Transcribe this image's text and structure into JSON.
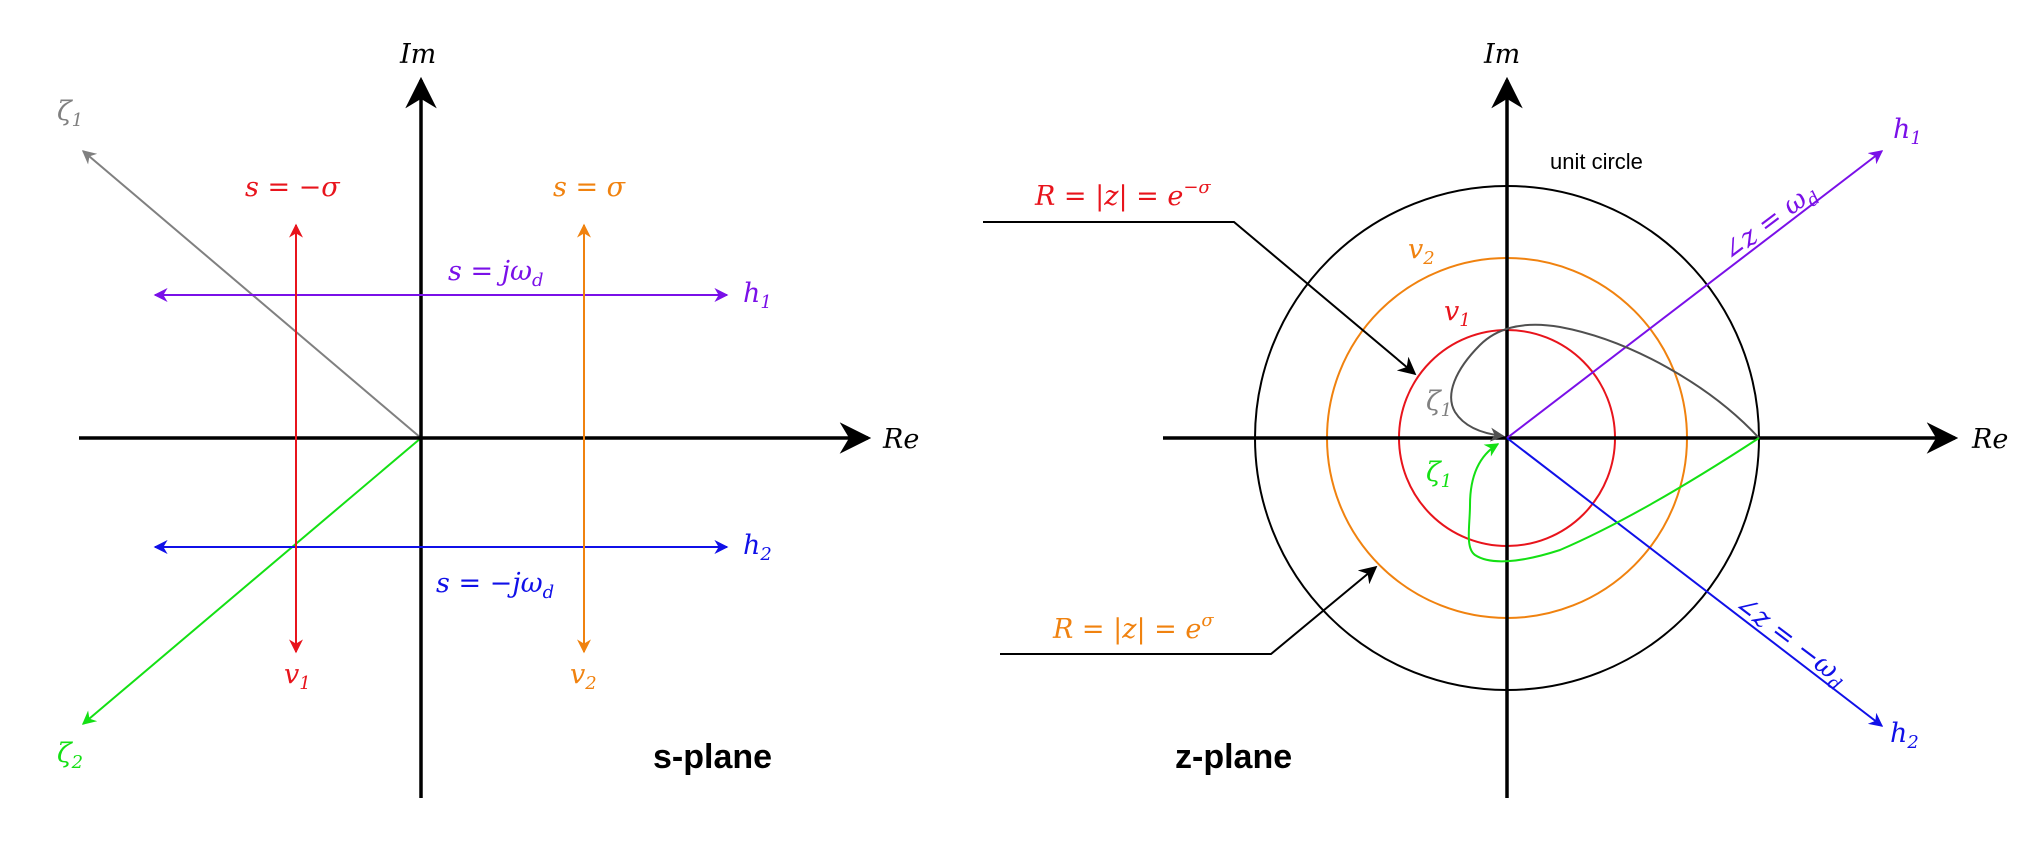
{
  "colors": {
    "axis": "#000000",
    "red": "#e8141c",
    "orange": "#f0820f",
    "purple": "#7a10e8",
    "blue": "#1010e8",
    "green": "#14e014",
    "gray": "#808080",
    "darkgray": "#505050"
  },
  "s_plane": {
    "title": "s-plane",
    "axis_re": "Re",
    "axis_im": "Im",
    "label_s_neg_sigma": "s = −σ",
    "label_s_sigma": "s = σ",
    "label_s_j_wd": "s = jω",
    "label_s_neg_j_wd": "s = −jω",
    "sub_d": "d",
    "h1": "h",
    "h1_sub": "1",
    "h2": "h",
    "h2_sub": "2",
    "v1": "v",
    "v1_sub": "1",
    "v2": "v",
    "v2_sub": "2",
    "zeta1": "ζ",
    "zeta1_sub": "1",
    "zeta2": "ζ",
    "zeta2_sub": "2"
  },
  "z_plane": {
    "title": "z-plane",
    "axis_re": "Re",
    "axis_im": "Im",
    "unit_circle": "unit circle",
    "R_neg": "R = |z| = e",
    "R_neg_exp": "−σ",
    "R_pos": "R = |z| = e",
    "R_pos_exp": "σ",
    "angle_pos": "∠z = ω",
    "angle_neg": "∠z = −ω",
    "sub_d": "d",
    "h1": "h",
    "h1_sub": "1",
    "h2": "h",
    "h2_sub": "2",
    "v1": "v",
    "v1_sub": "1",
    "v2": "v",
    "v2_sub": "2",
    "zeta1_gray": "ζ",
    "zeta1_gray_sub": "1",
    "zeta1_green": "ζ",
    "zeta1_green_sub": "1"
  }
}
